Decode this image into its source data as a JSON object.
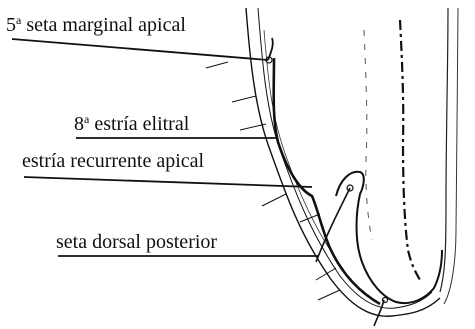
{
  "labels": {
    "seta_marginal": {
      "ord": "5",
      "sup": "a",
      "rest": " seta marginal apical"
    },
    "estria_elitral": {
      "ord": "8",
      "sup": "a",
      "rest": " estría elitral"
    },
    "estria_recurrente": {
      "text": "estría recurrente apical"
    },
    "seta_dorsal": {
      "text": "seta dorsal posterior"
    }
  },
  "colors": {
    "ink": "#111111",
    "paper": "#ffffff"
  }
}
